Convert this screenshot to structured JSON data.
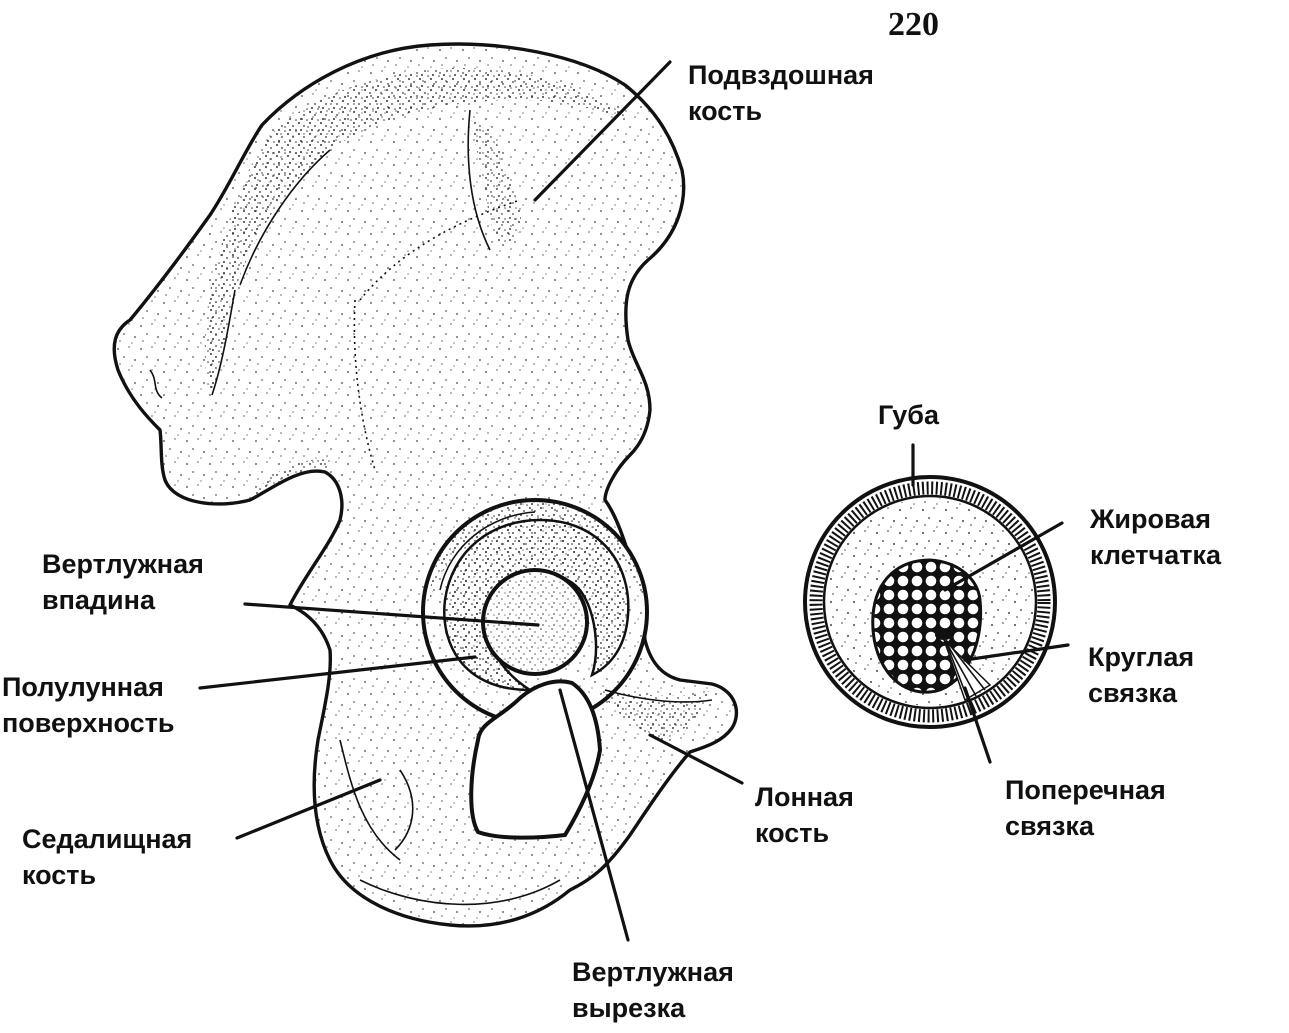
{
  "page_number": "220",
  "labels": {
    "ilium": [
      "Подвздошная",
      "кость"
    ],
    "acetabulum": [
      "Вертлужная",
      "впадина"
    ],
    "lunate": [
      "Полулунная",
      "поверхность"
    ],
    "ischium": [
      "Седалищная",
      "кость"
    ],
    "notch": [
      "Вертлужная",
      "вырезка"
    ],
    "pubis": [
      "Лонная",
      "кость"
    ],
    "labrum": [
      "Губа"
    ],
    "fat": [
      "Жировая",
      "клетчатка"
    ],
    "teres": [
      "Круглая",
      "связка"
    ],
    "transverse": [
      "Поперечная",
      "связка"
    ]
  }
}
